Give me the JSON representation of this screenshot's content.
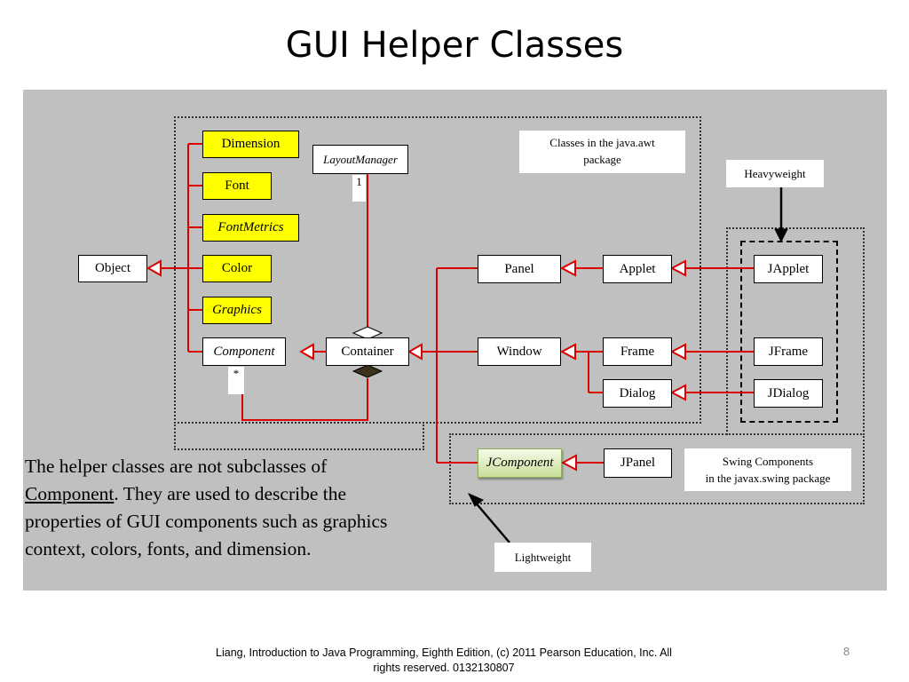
{
  "title": "GUI Helper Classes",
  "classes": {
    "object": "Object",
    "dimension": "Dimension",
    "font": "Font",
    "fontmetrics": "FontMetrics",
    "color": "Color",
    "graphics": "Graphics",
    "component": "Component",
    "layoutmanager": "LayoutManager",
    "container": "Container",
    "panel": "Panel",
    "window": "Window",
    "applet": "Applet",
    "frame": "Frame",
    "dialog": "Dialog",
    "japplet": "JApplet",
    "jframe": "JFrame",
    "jdialog": "JDialog",
    "jcomponent": "JComponent",
    "jpanel": "JPanel"
  },
  "multiplicity": {
    "layout": "1",
    "component": "*"
  },
  "notes": {
    "awt_line1": "Classes in the java.awt",
    "awt_line2": "package",
    "heavyweight": "Heavyweight",
    "swing_line1": "Swing Components",
    "swing_line2": "in the javax.swing package",
    "lightweight": "Lightweight"
  },
  "description": {
    "part1": "The helper classes are not subclasses of",
    "underlined": "Component",
    "part2": ". They are used to describe the properties of GUI components such as graphics context, colors, fonts, and dimension."
  },
  "footer": {
    "line1": "Liang, Introduction to Java Programming, Eighth Edition, (c) 2011 Pearson Education, Inc. All",
    "line2": "rights reserved. 0132130807"
  },
  "page_number": "8",
  "colors": {
    "panel_bg": "#c0c0c0",
    "helper_yellow": "#ffff00",
    "inheritance_red": "#dd0000",
    "jcomponent_green": "#c9df9a"
  }
}
